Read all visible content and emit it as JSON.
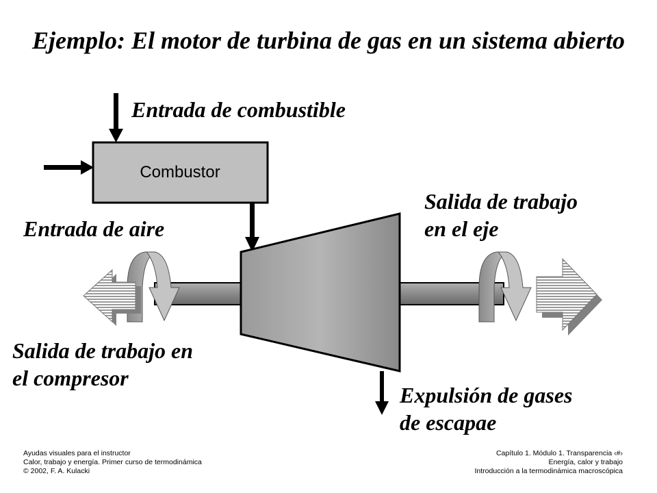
{
  "title": "Ejemplo:  El motor de turbina de gas en un sistema abierto",
  "combustor_label": "Combustor",
  "labels": {
    "fuel_in": "Entrada de combustible",
    "air_in": "Entrada de aire",
    "shaft_work_out": [
      "Salida de trabajo",
      "en el eje"
    ],
    "compressor_work_out": [
      "Salida de trabajo en",
      "el compresor"
    ],
    "exhaust_out": [
      "Expulsión de gases",
      "de escapae"
    ]
  },
  "footer_left": [
    "Ayudas visuales para el instructor",
    "Calor, trabajo y energía.  Primer curso de termodinámica",
    "© 2002, F. A. Kulacki"
  ],
  "footer_right": [
    "Capítulo 1. Módulo 1.  Transparencia ‹#›",
    "Energía, calor y trabajo",
    "Introducción a la termodinámica macroscópica"
  ],
  "colors": {
    "combustor_fill": "#bfbfbf",
    "turbine_fill": "#a6a6a6",
    "shaft_fill": "#8c8c8c",
    "arrow_fill": "#999999",
    "arrow_shadow": "#808080"
  }
}
